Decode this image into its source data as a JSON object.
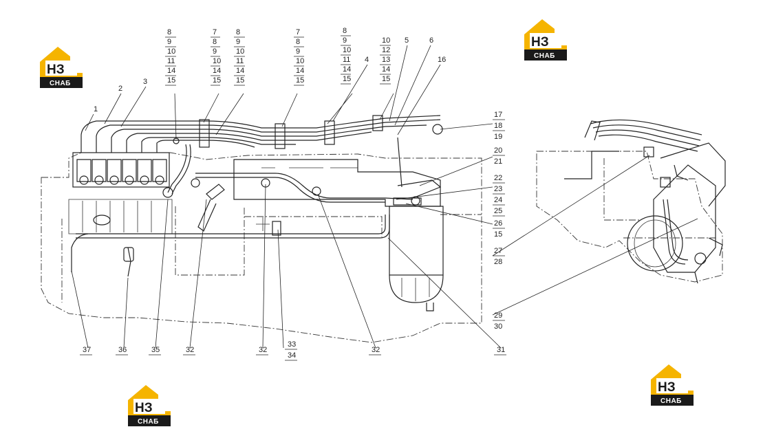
{
  "logo": {
    "mark": "НЗ",
    "text": "СНАБ",
    "accent_color": "#f5b400",
    "dark_color": "#1a1a1a"
  },
  "callouts": {
    "c1": "1",
    "c2": "2",
    "c3": "3",
    "c4": "4",
    "c5": "5",
    "c6": "6",
    "c16": "16",
    "s_a": [
      "8",
      "9",
      "10",
      "11",
      "14",
      "15"
    ],
    "s_b": [
      "7",
      "8",
      "9",
      "10",
      "14",
      "15"
    ],
    "s_c": [
      "8",
      "9",
      "10",
      "11",
      "14",
      "15"
    ],
    "s_d": [
      "7",
      "8",
      "9",
      "10",
      "14",
      "15"
    ],
    "s_e": [
      "8",
      "9",
      "10",
      "11",
      "14",
      "15"
    ],
    "s_f": [
      "10",
      "12",
      "13",
      "14",
      "15"
    ],
    "s_17": [
      "17",
      "18",
      "19"
    ],
    "s_20": [
      "20",
      "21"
    ],
    "s_22": [
      "22",
      "23",
      "24",
      "25"
    ],
    "s_26": [
      "26",
      "15"
    ],
    "s_27": [
      "27",
      "28"
    ],
    "s_29": [
      "29",
      "30"
    ],
    "s_33": [
      "33",
      "34"
    ],
    "b37": "37",
    "b36": "36",
    "b35": "35",
    "b32a": "32",
    "b32b": "32",
    "b32c": "32",
    "b31": "31"
  }
}
